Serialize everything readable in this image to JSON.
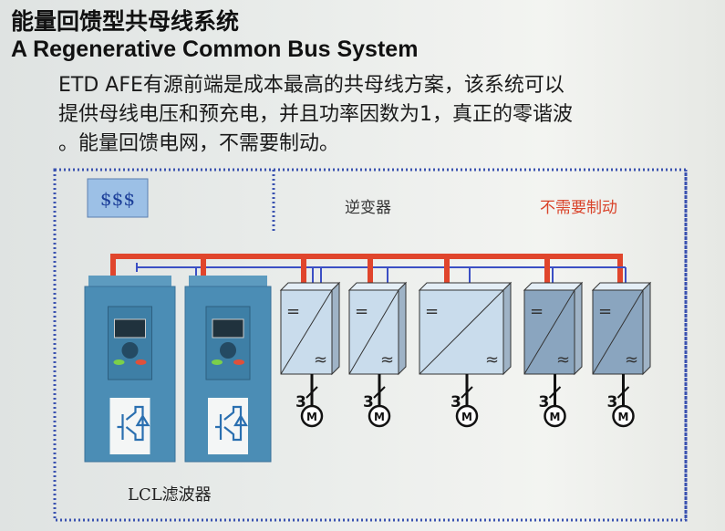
{
  "title_cn": "能量回馈型共母线系统",
  "title_en": "A Regenerative Common Bus System",
  "description": [
    "ETD AFE有源前端是成本最高的共母线方案，该系统可以",
    "提供母线电压和预充电，并且功率因数为1，真正的零谐波",
    "。能量回馈电网，不需要制动。"
  ],
  "diagram": {
    "cost_label": "$$$",
    "inverter_label": "逆变器",
    "no_brake_label": "不需要制动",
    "filter_label": "LCL滤波器",
    "phase_label": "3",
    "motor_label": "M",
    "colors": {
      "ac_bus": "#e0452c",
      "dc_bus": "#3b4fc4",
      "drive": "#4b8db5",
      "no_brake": "#d9432a"
    }
  }
}
